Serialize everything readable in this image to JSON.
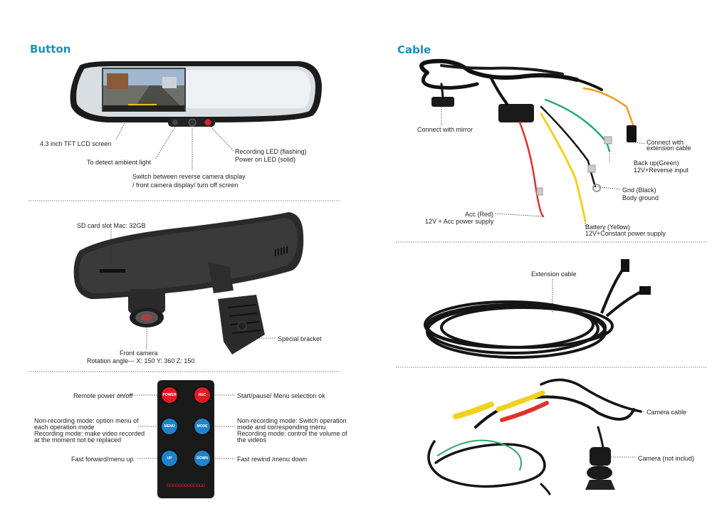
{
  "left": {
    "heading": "Button",
    "mirror_labels": {
      "lcd": "4.3 inch TFT LCD screen",
      "ambient": "To detect ambient light",
      "switch_line1": "Switch between reverse camera display",
      "switch_line2": "/ front camera display/ turn off screen",
      "led_line1": "Recording LED (flashing)",
      "led_line2": "Power on LED (solid)"
    },
    "back_labels": {
      "sd": "SD card slot Mac: 32GB",
      "bracket": "Special bracket",
      "camera_line1": "Front camera",
      "camera_line2": "Rotation angle--- X: 150  Y: 360  Z: 150"
    },
    "remote": {
      "power": "Remote power on/off",
      "start": "Start/pause/ Menu  selection ok",
      "option_l1": "Non-recording mode: option menu of",
      "option_l2": "each operation mode",
      "option_l3": "Recording mode: make video recorded",
      "option_l4": "at the moment not be replaced",
      "switch_l1": "Non-recording mode: Switch operation",
      "switch_l2": "mode and corresponding menu",
      "switch_l3": "Recording mode:  control the volume of",
      "switch_l4": "the videos",
      "fast_fwd": "Fast forward/menu up",
      "rewind": "Fast  rewind /menu down",
      "buttons": {
        "power": "POWER",
        "rec": "REC",
        "menu": "MENU",
        "mode": "MODE",
        "up": "UP",
        "down": "DOWN"
      },
      "brand": "GGGGGGGGGGGGG"
    }
  },
  "right": {
    "heading": "Cable",
    "cable_labels": {
      "mirror": "Connect with mirror",
      "ext_l1": "Connect with",
      "ext_l2": "extension cable",
      "backup_l1": "Back up(Green)",
      "backup_l2": "12V+Reverse input",
      "gnd_l1": "Gnd (Black)",
      "gnd_l2": "Body ground",
      "acc_l1": "Acc (Red)",
      "acc_l2": "12V + Acc power supply",
      "batt_l1": "Battery (Yellow)",
      "batt_l2": "12V+Constant power supply"
    },
    "extension_label": "Extension cable",
    "camera_cable_label": "Camera cable",
    "camera_label": "Camera (not includ)"
  },
  "colors": {
    "heading": "#1e8fb8",
    "wire_red": "#e0312a",
    "wire_yellow": "#f2d21b",
    "wire_green": "#29a86a",
    "wire_black": "#111111",
    "wire_orange": "#f39a1e",
    "remote_red": "#e01b24",
    "remote_blue": "#1d84c9"
  }
}
